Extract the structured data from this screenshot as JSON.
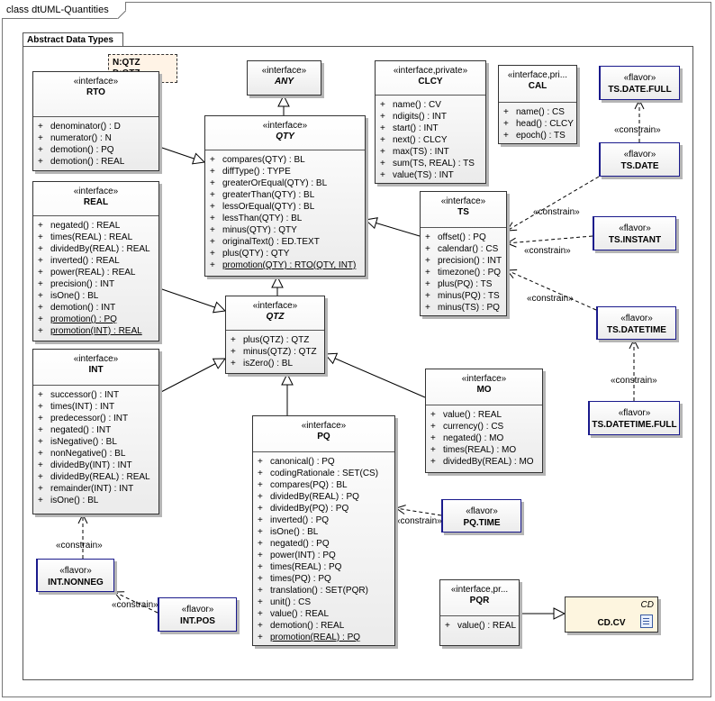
{
  "diagram_title": "class dtUML-Quantities",
  "package_name": "Abstract Data Types",
  "stereo": {
    "interface": "«interface»",
    "interface_private": "«interface,private»",
    "interface_pri_trunc": "«interface,pri...",
    "interface_pr_trunc": "«interface,pr...",
    "flavor": "«flavor»"
  },
  "note": {
    "line1": "N:QTZ",
    "line2": "D:QTZ"
  },
  "connector_label": "«constrain»",
  "classes": {
    "any": {
      "name": "ANY",
      "ops": []
    },
    "rto": {
      "name": "RTO",
      "ops": [
        {
          "vis": "+",
          "text": "denominator() : D"
        },
        {
          "vis": "+",
          "text": "numerator() : N"
        },
        {
          "vis": "+",
          "text": "demotion() : PQ"
        },
        {
          "vis": "+",
          "text": "demotion() : REAL"
        }
      ]
    },
    "qty": {
      "name": "QTY",
      "ops": [
        {
          "vis": "+",
          "text": "compares(QTY) : BL"
        },
        {
          "vis": "+",
          "text": "diffType() : TYPE"
        },
        {
          "vis": "+",
          "text": "greaterOrEqual(QTY) : BL"
        },
        {
          "vis": "+",
          "text": "greaterThan(QTY) : BL"
        },
        {
          "vis": "+",
          "text": "lessOrEqual(QTY) : BL"
        },
        {
          "vis": "+",
          "text": "lessThan(QTY) : BL"
        },
        {
          "vis": "+",
          "text": "minus(QTY) : QTY"
        },
        {
          "vis": "+",
          "text": "originalText() : ED.TEXT"
        },
        {
          "vis": "+",
          "text": "plus(QTY) : QTY"
        },
        {
          "vis": "+",
          "text": "promotion(QTY) : RTO(QTY, INT)",
          "u": true
        }
      ]
    },
    "clcy": {
      "name": "CLCY",
      "ops": [
        {
          "vis": "+",
          "text": "name() : CV"
        },
        {
          "vis": "+",
          "text": "ndigits() : INT"
        },
        {
          "vis": "+",
          "text": "start() : INT"
        },
        {
          "vis": "+",
          "text": "next() : CLCY"
        },
        {
          "vis": "+",
          "text": "max(TS) : INT"
        },
        {
          "vis": "+",
          "text": "sum(TS, REAL) : TS"
        },
        {
          "vis": "+",
          "text": "value(TS) : INT"
        }
      ]
    },
    "cal": {
      "name": "CAL",
      "ops": [
        {
          "vis": "+",
          "text": "name() : CS"
        },
        {
          "vis": "+",
          "text": "head() : CLCY"
        },
        {
          "vis": "+",
          "text": "epoch() : TS"
        }
      ]
    },
    "real": {
      "name": "REAL",
      "ops": [
        {
          "vis": "+",
          "text": "negated() : REAL"
        },
        {
          "vis": "+",
          "text": "times(REAL) : REAL"
        },
        {
          "vis": "+",
          "text": "dividedBy(REAL) : REAL"
        },
        {
          "vis": "+",
          "text": "inverted() : REAL"
        },
        {
          "vis": "+",
          "text": "power(REAL) : REAL"
        },
        {
          "vis": "+",
          "text": "precision() : INT"
        },
        {
          "vis": "+",
          "text": "isOne() : BL"
        },
        {
          "vis": "+",
          "text": "demotion() : INT"
        },
        {
          "vis": "+",
          "text": "promotion() : PQ",
          "u": true
        },
        {
          "vis": "+",
          "text": "promotion(INT) : REAL",
          "u": true
        }
      ]
    },
    "ts": {
      "name": "TS",
      "ops": [
        {
          "vis": "+",
          "text": "offset() : PQ"
        },
        {
          "vis": "+",
          "text": "calendar() : CS"
        },
        {
          "vis": "+",
          "text": "precision() : INT"
        },
        {
          "vis": "+",
          "text": "timezone() : PQ"
        },
        {
          "vis": "+",
          "text": "plus(PQ) : TS"
        },
        {
          "vis": "+",
          "text": "minus(PQ) : TS"
        },
        {
          "vis": "+",
          "text": "minus(TS) : PQ"
        }
      ]
    },
    "qtz": {
      "name": "QTZ",
      "ops": [
        {
          "vis": "+",
          "text": "plus(QTZ) : QTZ"
        },
        {
          "vis": "+",
          "text": "minus(QTZ) : QTZ"
        },
        {
          "vis": "+",
          "text": "isZero() : BL"
        }
      ]
    },
    "int": {
      "name": "INT",
      "ops": [
        {
          "vis": "+",
          "text": "successor() : INT"
        },
        {
          "vis": "+",
          "text": "times(INT) : INT"
        },
        {
          "vis": "+",
          "text": "predecessor() : INT"
        },
        {
          "vis": "+",
          "text": "negated() : INT"
        },
        {
          "vis": "+",
          "text": "isNegative() : BL"
        },
        {
          "vis": "+",
          "text": "nonNegative() : BL"
        },
        {
          "vis": "+",
          "text": "dividedBy(INT) : INT"
        },
        {
          "vis": "+",
          "text": "dividedBy(REAL) : REAL"
        },
        {
          "vis": "+",
          "text": "remainder(INT) : INT"
        },
        {
          "vis": "+",
          "text": "isOne() : BL"
        }
      ]
    },
    "mo": {
      "name": "MO",
      "ops": [
        {
          "vis": "+",
          "text": "value() : REAL"
        },
        {
          "vis": "+",
          "text": "currency() : CS"
        },
        {
          "vis": "+",
          "text": "negated() : MO"
        },
        {
          "vis": "+",
          "text": "times(REAL) : MO"
        },
        {
          "vis": "+",
          "text": "dividedBy(REAL) : MO"
        }
      ]
    },
    "pq": {
      "name": "PQ",
      "ops": [
        {
          "vis": "+",
          "text": "canonical() : PQ"
        },
        {
          "vis": "+",
          "text": "codingRationale : SET(CS)"
        },
        {
          "vis": "+",
          "text": "compares(PQ) : BL"
        },
        {
          "vis": "+",
          "text": "dividedBy(REAL) : PQ"
        },
        {
          "vis": "+",
          "text": "dividedBy(PQ) : PQ"
        },
        {
          "vis": "+",
          "text": "inverted() : PQ"
        },
        {
          "vis": "+",
          "text": "isOne() : BL"
        },
        {
          "vis": "+",
          "text": "negated() : PQ"
        },
        {
          "vis": "+",
          "text": "power(INT) : PQ"
        },
        {
          "vis": "+",
          "text": "times(REAL) : PQ"
        },
        {
          "vis": "+",
          "text": "times(PQ) : PQ"
        },
        {
          "vis": "+",
          "text": "translation() : SET(PQR)"
        },
        {
          "vis": "+",
          "text": "unit() : CS"
        },
        {
          "vis": "+",
          "text": "value() : REAL"
        },
        {
          "vis": "+",
          "text": "demotion() : REAL"
        },
        {
          "vis": "+",
          "text": "promotion(REAL) : PQ",
          "u": true
        }
      ]
    },
    "pqr": {
      "name": "PQR",
      "ops": [
        {
          "vis": "+",
          "text": "value() : REAL"
        }
      ]
    }
  },
  "flavors": {
    "ts_date_full": "TS.DATE.FULL",
    "ts_date": "TS.DATE",
    "ts_instant": "TS.INSTANT",
    "ts_datetime": "TS.DATETIME",
    "ts_datetime_full": "TS.DATETIME.FULL",
    "pq_time": "PQ.TIME",
    "int_nonneg": "INT.NONNEG",
    "int_pos": "INT.POS"
  },
  "cd": {
    "tag": "CD",
    "name": "CD.CV"
  }
}
